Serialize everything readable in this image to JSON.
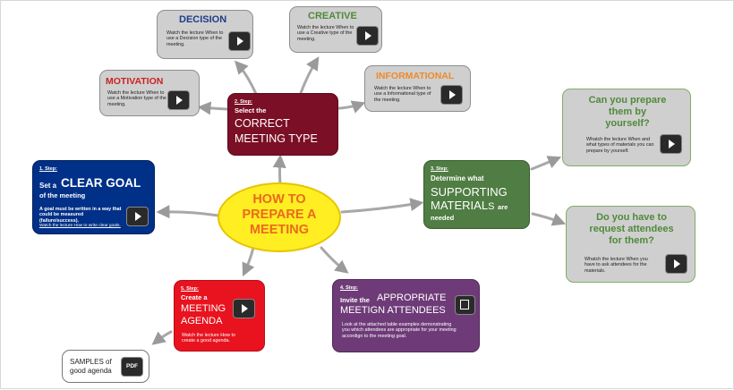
{
  "center": {
    "title_lines": [
      "HOW TO",
      "PREPARE A",
      "MEETING"
    ]
  },
  "step1": {
    "step": "1. Step:",
    "line1": "Set a",
    "big": "CLEAR GOAL",
    "line2": "of the meeting",
    "desc": "A goal must be written in a way that could be measured (failure/success).",
    "desc2": "Watch the lecture How to write clear goals."
  },
  "step2": {
    "step": "2. Step:",
    "line1": "Select the",
    "big1": "CORRECT",
    "big2": "MEETING TYPE"
  },
  "types": {
    "decision": {
      "title": "DECISION",
      "desc": "Watch the lecture When to use a Decision type of the meeting."
    },
    "creative": {
      "title": "CREATIVE",
      "desc": "Watch the lecture When to use a Creative type of the meeting."
    },
    "motivation": {
      "title": "MOTIVATION",
      "desc": "Watch the lecture When to use a Motivation type of the meeting."
    },
    "informational": {
      "title": "INFORMATIONAL",
      "desc": "Watch the lecture When to use a Informational type of the meeting."
    }
  },
  "step3": {
    "step": "3. Step:",
    "line1": "Determine what",
    "big1": "SUPPORTING",
    "big2": "MATERIAL",
    "big2_s": "S",
    "small": "are",
    "line3": "needed"
  },
  "materials": {
    "prepare": {
      "title_lines": [
        "Can you prepare",
        "them by",
        "yourself?"
      ],
      "desc": "Whatch the lecture When and what types of materials you can prepare by yourself."
    },
    "request": {
      "title_lines": [
        "Do you have to",
        "request attendees",
        "for them?"
      ],
      "desc": "Whatch the lecture When you have to ask attendees for the materials."
    }
  },
  "step4": {
    "step": "4. Step:",
    "line1": "Invite the",
    "big1": "APPROPRIATE",
    "big2": "MEETIGN ATTENDEES",
    "desc": "Look at the attached table examples demonstrating you which attendees are appropriate for your meeting accordign to the meeting goal."
  },
  "step5": {
    "step": "5. Step:",
    "line1": "Create a",
    "big1": "MEETING",
    "big2": "AGENDA",
    "desc": "Watch the lecture How to create a good agenda."
  },
  "samples": {
    "label_lines": [
      "SAMPLES of",
      "good agenda"
    ],
    "badge": "PDF"
  },
  "colors": {
    "blue": "#003087",
    "maroon": "#7a0f25",
    "green": "#4f7d43",
    "purple": "#6e3b78",
    "red": "#e8131f",
    "yellow": "#ffee22",
    "center_text": "#ea6a1e"
  }
}
